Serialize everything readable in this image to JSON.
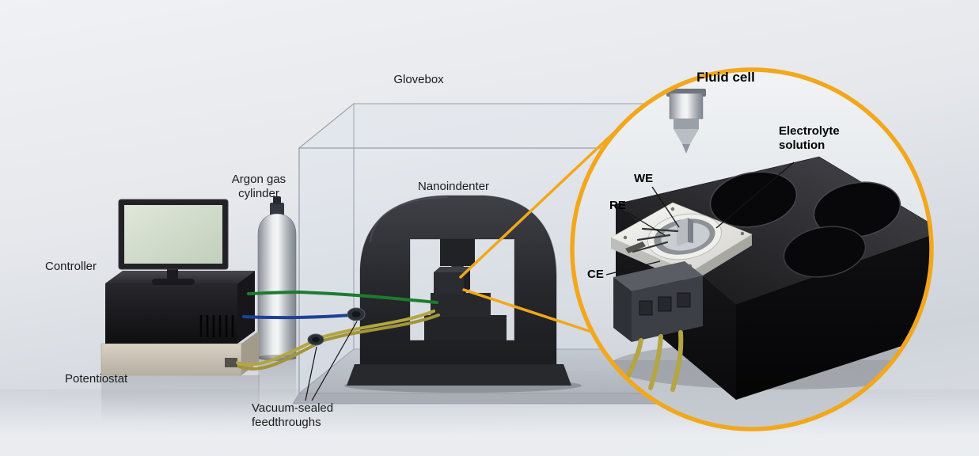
{
  "labels": {
    "glovebox": "Glovebox",
    "fluid_cell_title": "Fluid cell",
    "argon_cylinder": "Argon gas\ncylinder",
    "nanoindenter": "Nanoindenter",
    "controller": "Controller",
    "potentiostat": "Potentiostat",
    "feedthroughs": "Vacuum-sealed\nfeedthroughs",
    "electrolyte": "Electrolyte\nsolution",
    "we": "WE",
    "re": "RE",
    "ce": "CE"
  },
  "colors": {
    "accent_yellow": "#f2a71c",
    "cable_green": "#1e7b2e",
    "cable_blue": "#1e4096",
    "cable_yellow": "#b3a643",
    "screen_green": "#d5e0cd",
    "background_top": "#f0f1f4",
    "background_bottom": "#cfd4db"
  }
}
